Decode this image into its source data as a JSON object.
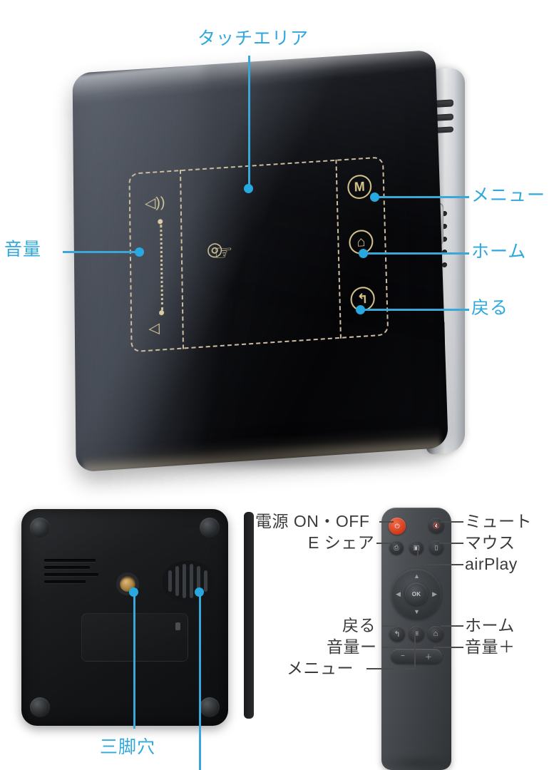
{
  "accent_color": "#2fa8dd",
  "label_dark_color": "#3b3b3b",
  "gold_color": "#d8c88e",
  "top_view": {
    "title_label": "タッチエリア",
    "volume_label": "音量",
    "menu_label": "メニュー",
    "home_label": "ホーム",
    "back_label": "戻る",
    "touch_icon": "hand-tap-icon",
    "menu_icon_glyph": "M",
    "home_icon_glyph": "⌂",
    "back_icon_glyph": "↰",
    "volume_up_icon": "speaker-high-icon",
    "volume_down_icon": "speaker-low-icon"
  },
  "base_view": {
    "tripod_label": "三脚穴",
    "tripod_icon": "tripod-socket-icon",
    "vent_icon": "exhaust-vent-icon"
  },
  "remote": {
    "labels_left": [
      {
        "text": "電源 ON・OFF",
        "name": "power-on-off-label"
      },
      {
        "text": "E シェア",
        "name": "eshare-label"
      },
      {
        "text": "戻る",
        "name": "remote-back-label"
      },
      {
        "text": "音量ー",
        "name": "volume-down-label"
      },
      {
        "text": "メニュー",
        "name": "remote-menu-label"
      }
    ],
    "labels_right": [
      {
        "text": "ミュート",
        "name": "mute-label"
      },
      {
        "text": "マウス",
        "name": "mouse-label"
      },
      {
        "text": "airPlay",
        "name": "airplay-label"
      },
      {
        "text": "ホーム",
        "name": "remote-home-label"
      },
      {
        "text": "音量＋",
        "name": "volume-up-label"
      }
    ],
    "buttons": {
      "power": "⏻",
      "mute": "🔇",
      "eshare": "⎙",
      "airplay": "▣",
      "mouse": "▯",
      "ok": "OK",
      "up": "▲",
      "down": "▼",
      "left": "◀",
      "right": "▶",
      "back": "↰",
      "menu": "≡",
      "home": "⌂",
      "vol_minus": "−",
      "vol_plus": "＋"
    }
  }
}
